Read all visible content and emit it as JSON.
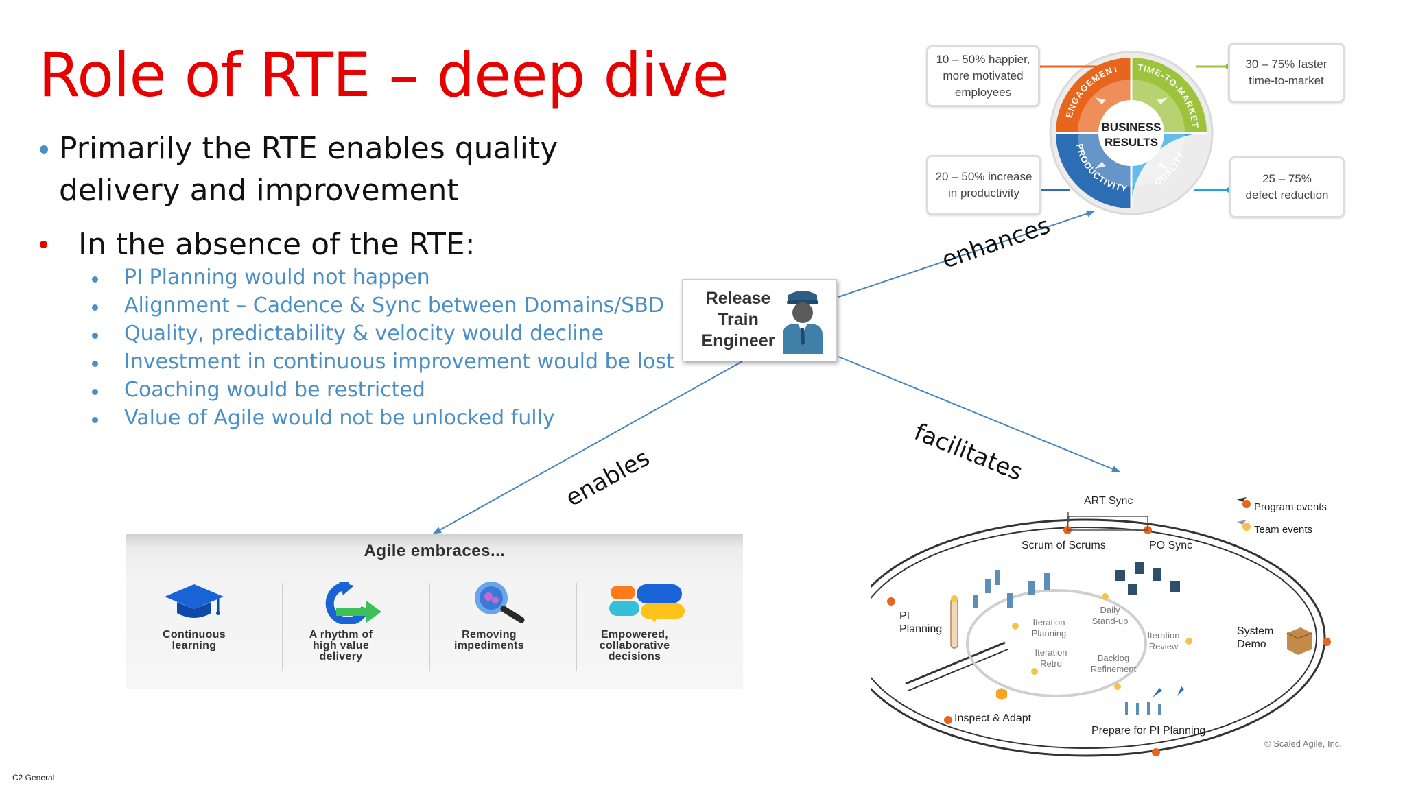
{
  "slide": {
    "title": "Role of RTE – deep dive",
    "bullet1": "Primarily the RTE enables quality delivery and improvement",
    "bullet2": "In the absence of the RTE:",
    "sub_bullets": [
      "PI Planning would not happen",
      "Alignment – Cadence & Sync between Domains/SBD",
      "Quality, predictability & velocity would decline",
      "Investment in continuous improvement would be lost",
      "Coaching would be restricted",
      "Value of Agile would not be unlocked fully"
    ],
    "footer": "C2 General"
  },
  "rte": {
    "label": "Release\nTrain\nEngineer"
  },
  "relations": {
    "enhances": "enhances",
    "enables": "enables",
    "facilitates": "facilitates"
  },
  "business_results": {
    "center": "BUSINESS\nRESULTS",
    "segments": [
      "ENGAGEMENT",
      "TIME-TO-MARKET",
      "PRODUCTIVITY",
      "QUALITY"
    ],
    "colors": {
      "engagement": "#e8651d",
      "time_to_market": "#9cc33b",
      "productivity": "#2c6db4",
      "quality": "#23a5e1"
    },
    "stats": [
      "10 – 50% happier,\nmore motivated\nemployees",
      "30 – 75% faster\ntime-to-market",
      "20 – 50% increase\nin productivity",
      "25 – 75%\ndefect reduction"
    ]
  },
  "agile": {
    "title": "Agile embraces...",
    "items": [
      {
        "label": "Continuous\nlearning",
        "icon": "graduation-cap-icon"
      },
      {
        "label": "A rhythm of\nhigh value\ndelivery",
        "icon": "cycle-arrow-icon"
      },
      {
        "label": "Removing\nimpediments",
        "icon": "magnifier-icon"
      },
      {
        "label": "Empowered,\ncollaborative\ndecisions",
        "icon": "chat-bubbles-icon"
      }
    ]
  },
  "events": {
    "art_sync": "ART Sync",
    "scrum_of_scrums": "Scrum of Scrums",
    "po_sync": "PO Sync",
    "pi_planning": "PI\nPlanning",
    "system_demo": "System\nDemo",
    "inspect_adapt": "Inspect & Adapt",
    "prepare": "Prepare for PI Planning",
    "daily": "Daily\nStand-up",
    "iteration_planning": "Iteration\nPlanning",
    "iteration_review": "Iteration\nReview",
    "iteration_retro": "Iteration\nRetro",
    "backlog": "Backlog\nRefinement",
    "legend_program": "Program events",
    "legend_team": "Team events",
    "copyright": "© Scaled Agile, Inc.",
    "program_color": "#e8651d",
    "team_color": "#f5c24a"
  }
}
